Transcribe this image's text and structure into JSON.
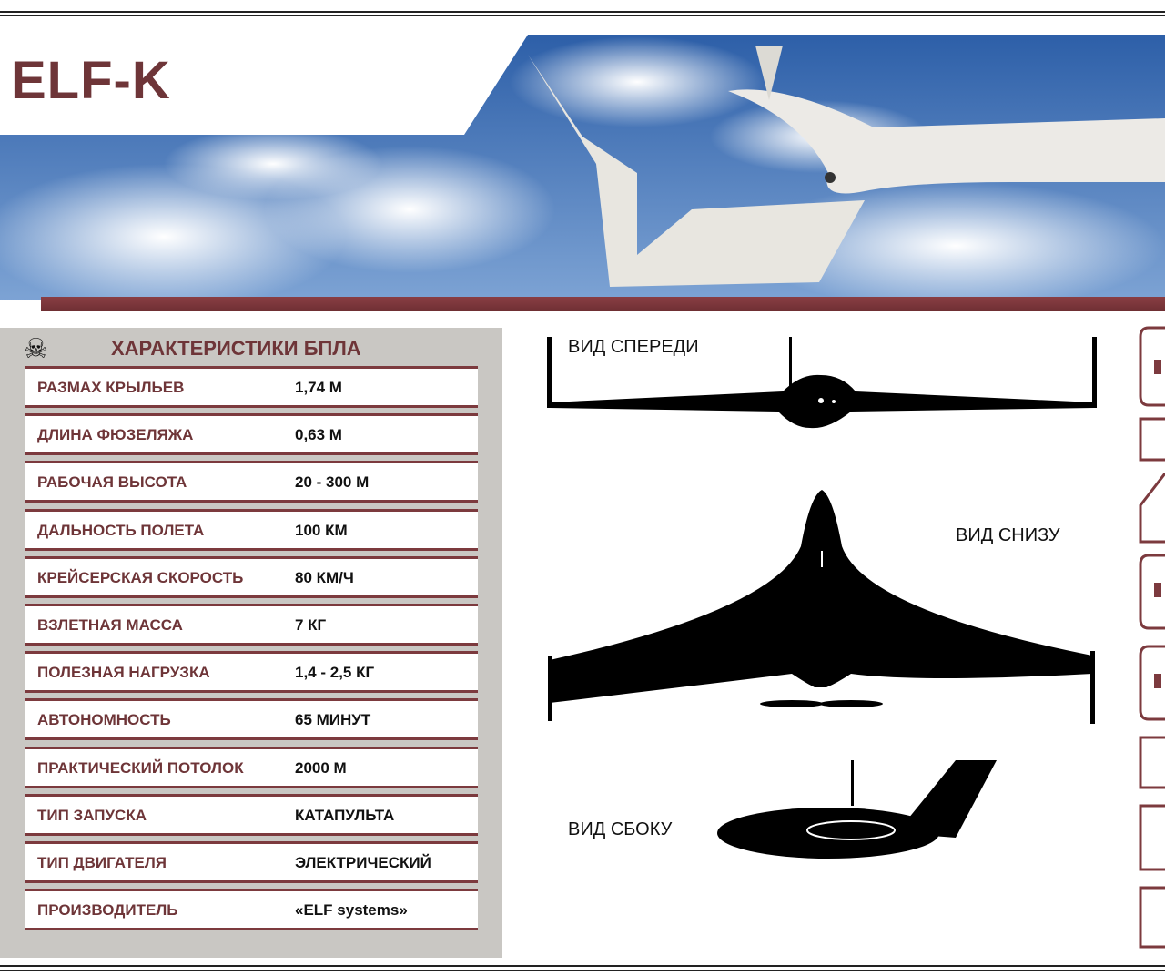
{
  "title": "ELF-K",
  "specs": {
    "heading": "ХАРАКТЕРИСТИКИ БПЛА",
    "rows": [
      {
        "k": "РАЗМАХ КРЫЛЬЕВ",
        "v": "1,74 М"
      },
      {
        "k": "ДЛИНА ФЮЗЕЛЯЖА",
        "v": "0,63 М"
      },
      {
        "k": "РАБОЧАЯ ВЫСОТА",
        "v": "20 - 300 М"
      },
      {
        "k": "ДАЛЬНОСТЬ ПОЛЕТА",
        "v": "100 КМ"
      },
      {
        "k": "КРЕЙСЕРСКАЯ СКОРОСТЬ",
        "v": "80 КМ/Ч"
      },
      {
        "k": "ВЗЛЕТНАЯ МАССА",
        "v": "7 КГ"
      },
      {
        "k": "ПОЛЕЗНАЯ НАГРУЗКА",
        "v": "1,4 - 2,5 КГ"
      },
      {
        "k": "АВТОНОМНОСТЬ",
        "v": "65 МИНУТ"
      },
      {
        "k": "ПРАКТИЧЕСКИЙ ПОТОЛОК",
        "v": "2000 М"
      },
      {
        "k": "ТИП ЗАПУСКА",
        "v": "КАТАПУЛЬТА"
      },
      {
        "k": "ТИП ДВИГАТЕЛЯ",
        "v": "ЭЛЕКТРИЧЕСКИЙ"
      },
      {
        "k": "ПРОИЗВОДИТЕЛЬ",
        "v": "«ELF systems»"
      }
    ]
  },
  "views": {
    "front": "ВИД СПЕРЕДИ",
    "bottom": "ВИД СНИЗУ",
    "side": "ВИД СБОКУ"
  },
  "colors": {
    "accent": "#6e3538",
    "panel": "#c9c7c3"
  }
}
